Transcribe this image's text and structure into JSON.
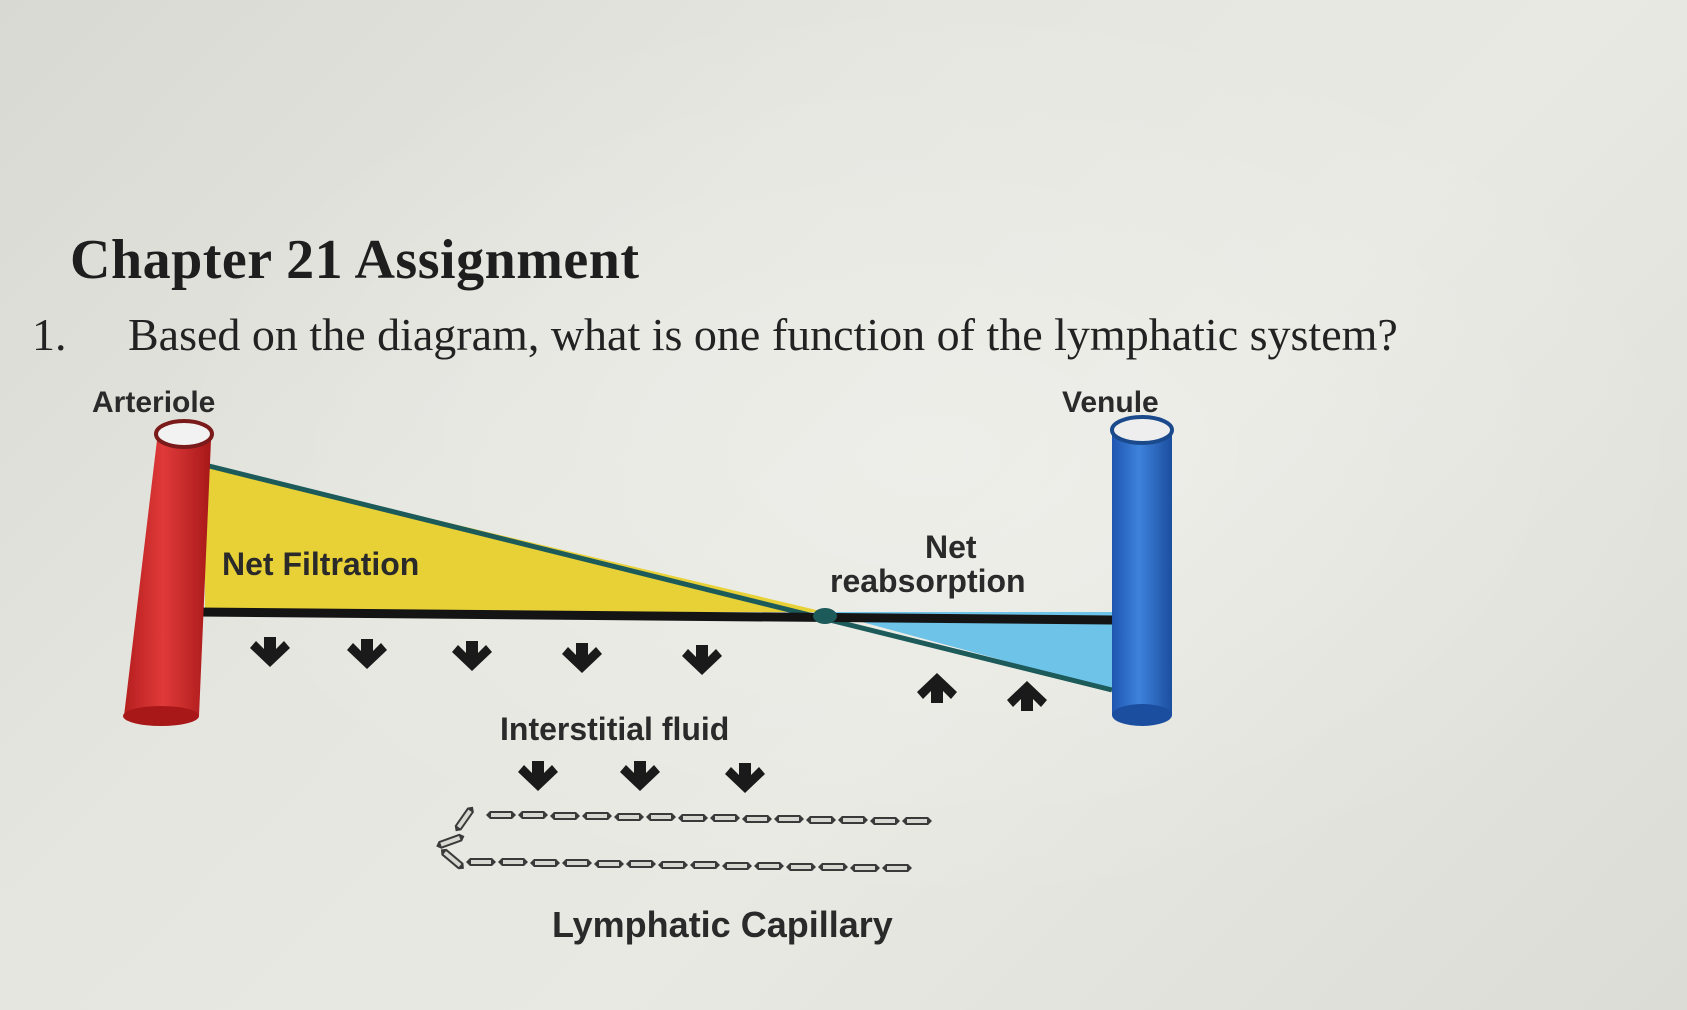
{
  "page": {
    "title": "Chapter 21 Assignment",
    "question_number": "1.",
    "question_text": "Based on the diagram, what is one function of the lymphatic system?"
  },
  "diagram": {
    "arteriole_label": "Arteriole",
    "venule_label": "Venule",
    "net_filtration_label": "Net Filtration",
    "net_reabsorption_line1": "Net",
    "net_reabsorption_line2": "reabsorption",
    "interstitial_fluid_label": "Interstitial fluid",
    "lymphatic_capillary_label": "Lymphatic Capillary",
    "colors": {
      "arteriole": "#d42a2a",
      "venule": "#2f6fcf",
      "filtration_fill": "#e8d136",
      "reabsorption_fill": "#6ec3e8",
      "pressure_line": "#1d5a5a"
    }
  }
}
